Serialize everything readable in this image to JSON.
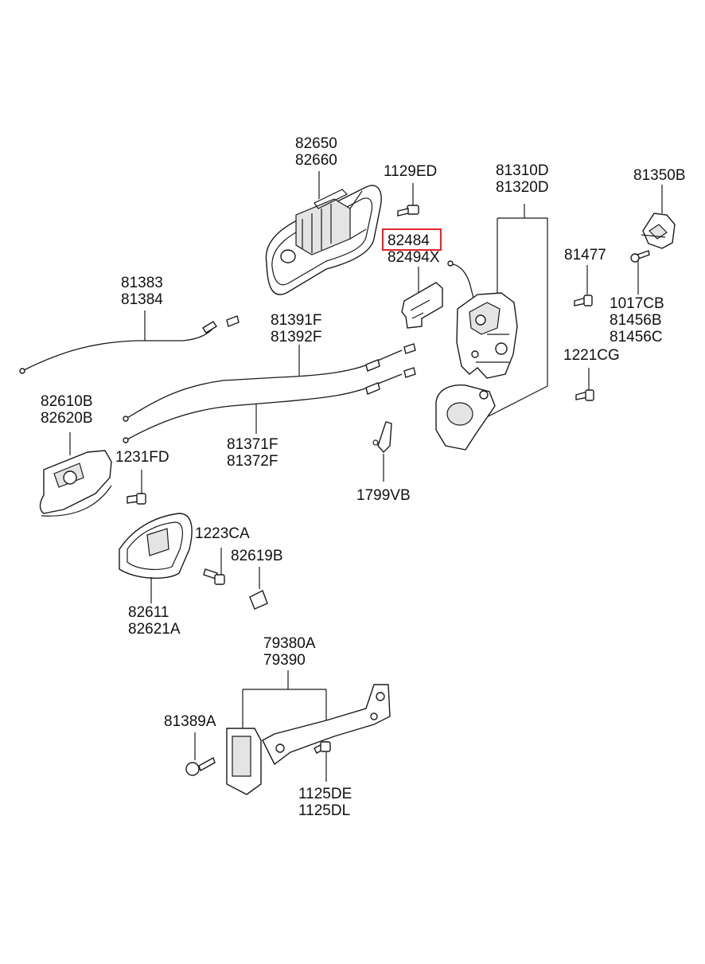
{
  "highlight": {
    "color": "#e0262b",
    "part": "82484"
  },
  "labels": {
    "outside_handle": [
      "82650",
      "82660"
    ],
    "bolt_top": [
      "1129ED"
    ],
    "rod_clip": [
      "82484",
      "82494X"
    ],
    "latch": [
      "81310D",
      "81320D"
    ],
    "striker": [
      "81350B"
    ],
    "screw_81477": [
      "81477"
    ],
    "striker_bolts": [
      "1017CB",
      "81456B",
      "81456C"
    ],
    "screw_1221": [
      "1221CG"
    ],
    "cable_upper": [
      "81383",
      "81384"
    ],
    "cables_mid": [
      "81391F",
      "81392F"
    ],
    "cables_low": [
      "81371F",
      "81372F"
    ],
    "inside_handle": [
      "82610B",
      "82620B"
    ],
    "screw_1231": [
      "1231FD"
    ],
    "clip_1799": [
      "1799VB"
    ],
    "screw_1223": [
      "1223CA"
    ],
    "cap": [
      "82619B"
    ],
    "bezel": [
      "82611",
      "82621A"
    ],
    "checker": [
      "79380A",
      "79390"
    ],
    "checker_bolt": [
      "81389A"
    ],
    "checker_screw": [
      "1125DE",
      "1125DL"
    ]
  }
}
